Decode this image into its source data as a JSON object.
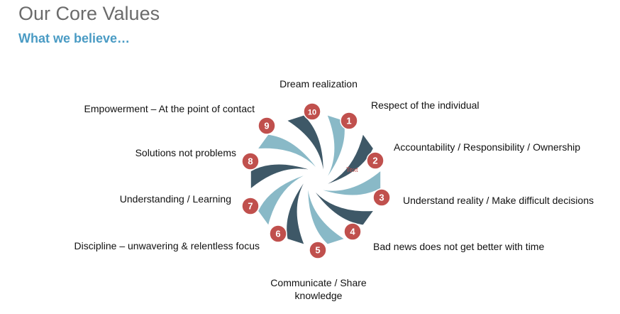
{
  "header": {
    "title": "Our Core Values",
    "subtitle": "What we believe…"
  },
  "center_text": "Text",
  "values": [
    {
      "number": "1",
      "label": "Respect of the individual"
    },
    {
      "number": "2",
      "label": "Accountability / Responsibility / Ownership"
    },
    {
      "number": "3",
      "label": "Understand  reality / Make difficult decisions"
    },
    {
      "number": "4",
      "label": "Bad news does not get better with time"
    },
    {
      "number": "5",
      "label": "Communicate / Share knowledge"
    },
    {
      "number": "6",
      "label": "Discipline – unwavering & relentless focus"
    },
    {
      "number": "7",
      "label": "Understanding / Learning"
    },
    {
      "number": "8",
      "label": "Solutions not problems"
    },
    {
      "number": "9",
      "label": "Empowerment – At the point of contact"
    },
    {
      "number": "10",
      "label": "Dream realization"
    }
  ],
  "colors": {
    "badge": "#c0504d",
    "blade_light": "#7fb3c2",
    "blade_dark": "#2e4a5a",
    "title": "#6b6b6b",
    "subtitle": "#4a9bc4"
  }
}
